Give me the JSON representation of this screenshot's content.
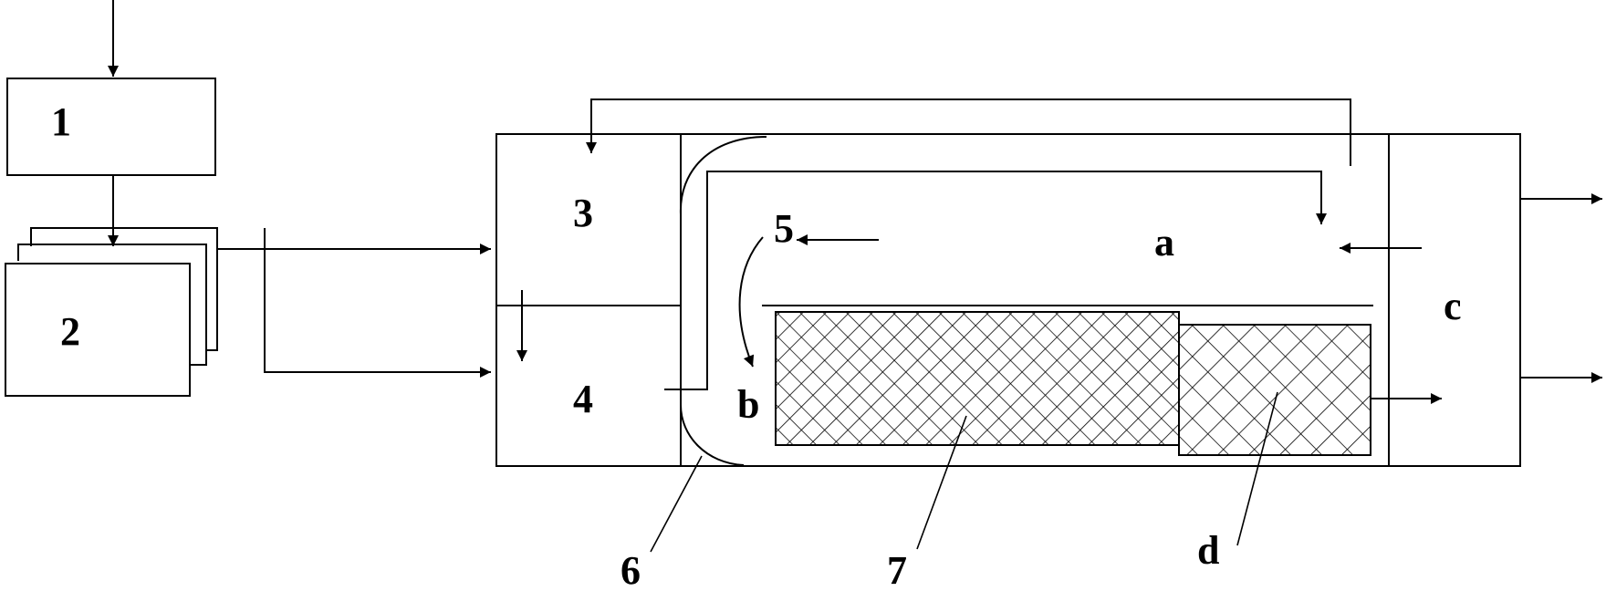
{
  "labels": {
    "n1": "1",
    "n2": "2",
    "n3": "3",
    "n4": "4",
    "n5": "5",
    "n6": "6",
    "n7": "7",
    "a": "a",
    "b": "b",
    "c": "c",
    "d": "d"
  },
  "colors": {
    "line": "#000000",
    "background": "#ffffff"
  }
}
